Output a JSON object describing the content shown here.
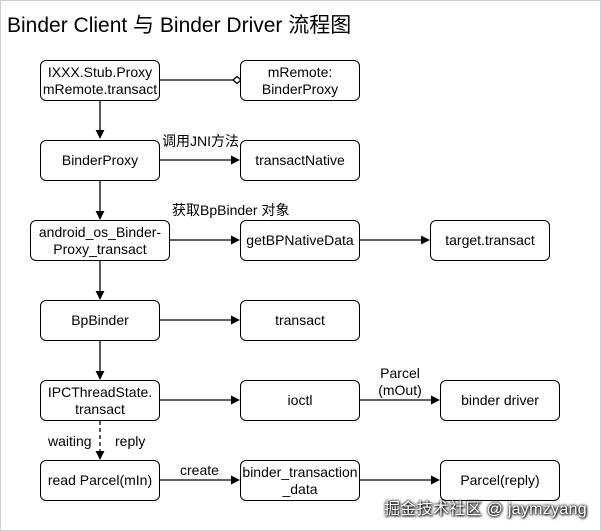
{
  "title": "Binder Client 与 Binder Driver 流程图",
  "nodes": {
    "stub_proxy": "IXXX.Stub.Proxy\nmRemote.transact",
    "m_remote": "mRemote:\nBinderProxy",
    "binder_proxy": "BinderProxy",
    "transact_native": "transactNative",
    "android_os_binder_proxy_transact": "android_os_Binder-\nProxy_transact",
    "get_bp_native_data": "getBPNativeData",
    "target_transact": "target.transact",
    "bp_binder": "BpBinder",
    "transact": "transact",
    "ipc_thread_state_transact": "IPCThreadState.\ntransact",
    "ioctl": "ioctl",
    "binder_driver": "binder driver",
    "read_parcel": "read Parcel(mIn)",
    "binder_transaction_data": "binder_transaction\n_data",
    "parcel_reply": "Parcel(reply)"
  },
  "edge_labels": {
    "jni": "调用JNI方法",
    "get_bp_binder": "获取BpBinder 对象",
    "parcel_mout": "Parcel\n(mOut)",
    "waiting": "waiting",
    "reply": "reply",
    "create": "create"
  },
  "watermark": "掘金技术社区 @ jaymzyang"
}
